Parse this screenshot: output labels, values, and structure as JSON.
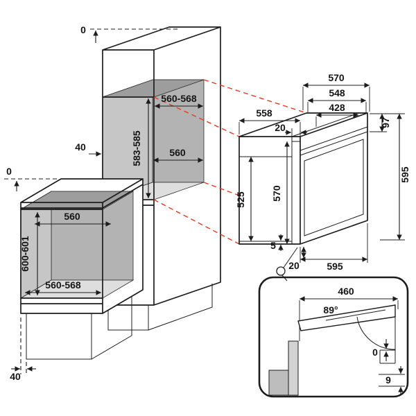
{
  "colors": {
    "line": "#1c1c1c",
    "projection_red": "#e8391f",
    "niche_back": "#b3b3b3",
    "niche_side": "#c6c6c6",
    "niche_ceiling": "#9d9d9d",
    "niche_floor": "#dedede",
    "detail_fill_light": "#d2d2d2",
    "detail_fill_dark": "#bdbdbd"
  },
  "tall_unit": {
    "top_clearance": "0",
    "rear_gap": "40",
    "niche_width_range": "560-568",
    "niche_height_range": "583-585",
    "niche_rear_width": "560"
  },
  "base_unit": {
    "top_clearance": "0",
    "niche_rear_width": "560",
    "niche_height_range": "600-601",
    "niche_width_range": "560-568",
    "plinth_gap": "40"
  },
  "oven": {
    "top_width_outer": "570",
    "top_width_mid": "548",
    "top_width_inner": "428",
    "depth": "558",
    "top_flange": "20",
    "control_panel_height": "97",
    "overall_height": "595",
    "body_height": "525",
    "front_height": "570",
    "bottom_gap": "5",
    "bottom_clearance": "20",
    "overall_width": "595"
  },
  "door_detail": {
    "door_projection": "460",
    "opening_angle": "89°",
    "flush_gap": "0",
    "bottom_recess": "9"
  }
}
